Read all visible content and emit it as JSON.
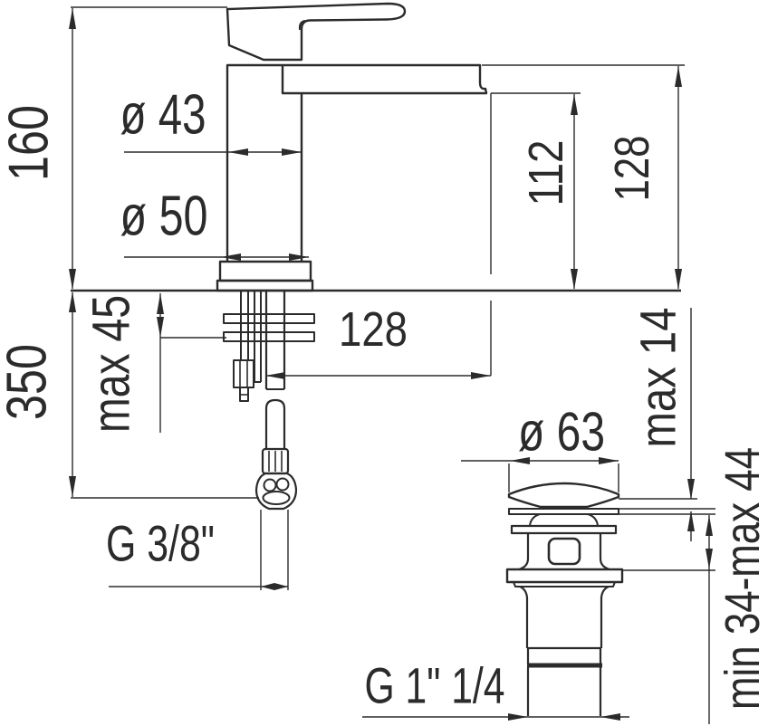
{
  "drawing": {
    "type": "technical-dimension-drawing",
    "subject": "single-lever basin mixer faucet with flexible supply hose and pop-up waste drain",
    "background_color": "#ffffff",
    "line_color": "#2b2b2b"
  },
  "labels": {
    "total_height": "160",
    "hose_length": "350",
    "body_diameter": "ø 43",
    "base_diameter": "ø 50",
    "deck_thickness": "max 45",
    "spout_reach": "128",
    "spout_outlet_height": "112",
    "spout_top_height": "128",
    "supply_thread": "G 3/8\"",
    "waste_cap_diameter": "ø 63",
    "waste_cap_height": "max 14",
    "waste_clamp_range": "min 34-max 44",
    "waste_thread": "G 1\" 1/4"
  }
}
